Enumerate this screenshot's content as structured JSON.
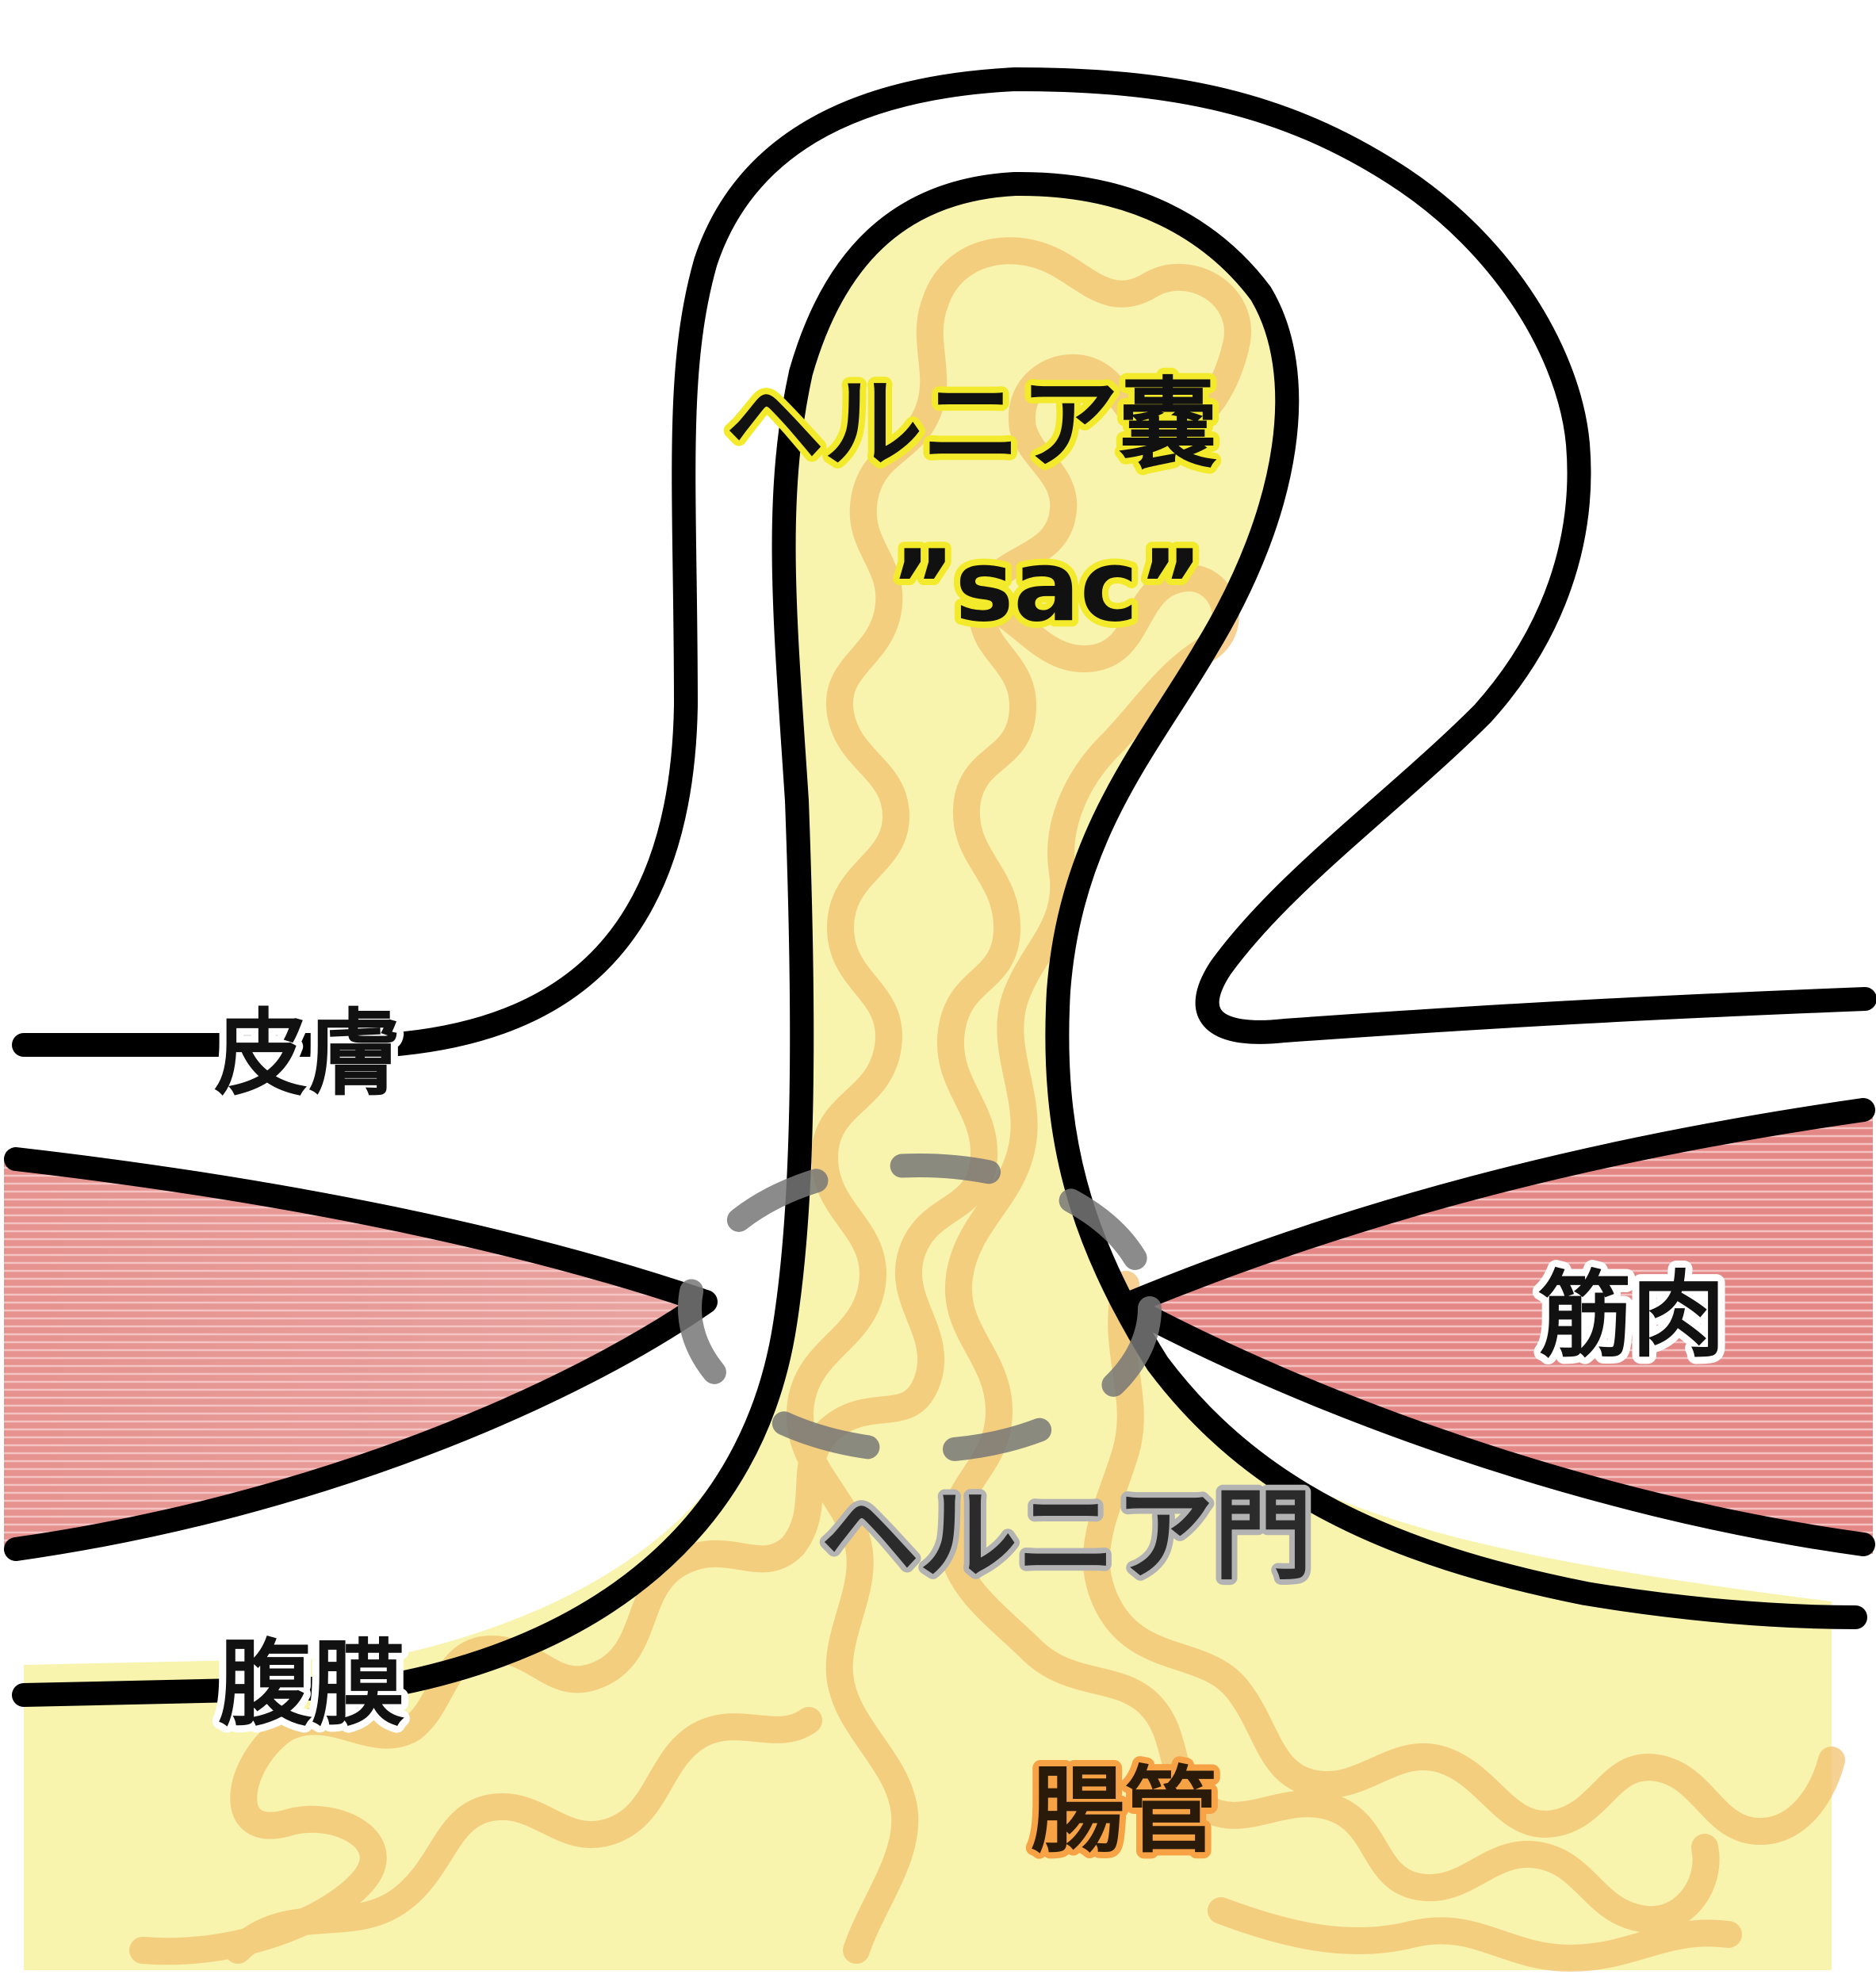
{
  "labels": {
    "sac_jp": "ヘルニア嚢",
    "sac_en": "”sac”",
    "skin": "皮膚",
    "muscle": "筋肉",
    "peritoneum": "腹膜",
    "hernia_gate": "ヘルニア門",
    "intestine": "腸管"
  },
  "colors": {
    "sac_fill": "#f8f3ad",
    "muscle_fill": "#e58e8d",
    "muscle_stripe": "#f2bdbb",
    "outline": "#000000",
    "intestine": "#f3c270",
    "gate_dash": "#777777"
  }
}
